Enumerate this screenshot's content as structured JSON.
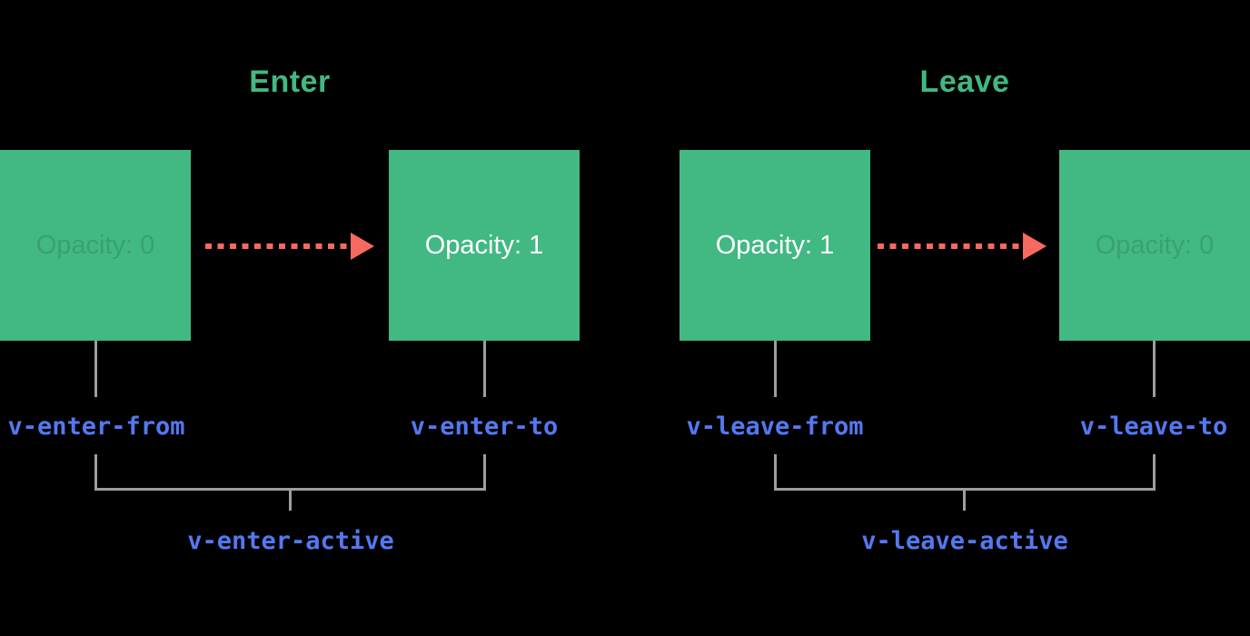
{
  "colors": {
    "background": "#000000",
    "box_green": "#42b883",
    "title_green": "#42b883",
    "arrow_red": "#f8695f",
    "connector_gray": "#9e9e9e",
    "class_label_blue": "#5478f0",
    "box_text_white": "#ffffff"
  },
  "sections": [
    {
      "title": "Enter",
      "from_box": {
        "label": "Opacity: 0",
        "text_style": "faint"
      },
      "to_box": {
        "label": "Opacity: 1",
        "text_style": "white"
      },
      "from_class": "v-enter-from",
      "to_class": "v-enter-to",
      "active_class": "v-enter-active"
    },
    {
      "title": "Leave",
      "from_box": {
        "label": "Opacity: 1",
        "text_style": "white"
      },
      "to_box": {
        "label": "Opacity: 0",
        "text_style": "faint"
      },
      "from_class": "v-leave-from",
      "to_class": "v-leave-to",
      "active_class": "v-leave-active"
    }
  ]
}
